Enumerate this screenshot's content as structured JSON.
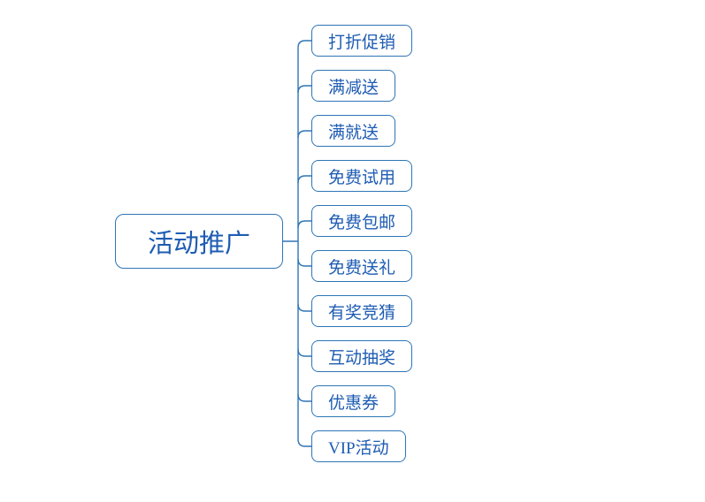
{
  "diagram": {
    "root": {
      "label": "活动推广"
    },
    "children": [
      {
        "label": "打折促销"
      },
      {
        "label": "满减送"
      },
      {
        "label": "满就送"
      },
      {
        "label": "免费试用"
      },
      {
        "label": "免费包邮"
      },
      {
        "label": "免费送礼"
      },
      {
        "label": "有奖竞猜"
      },
      {
        "label": "互动抽奖"
      },
      {
        "label": "优惠券"
      },
      {
        "label": "VIP活动"
      }
    ],
    "colors": {
      "line": "#2E75B6",
      "node_border": "#2E75B6",
      "text": "#1E5CB3",
      "background": "#FFFFFF"
    }
  }
}
